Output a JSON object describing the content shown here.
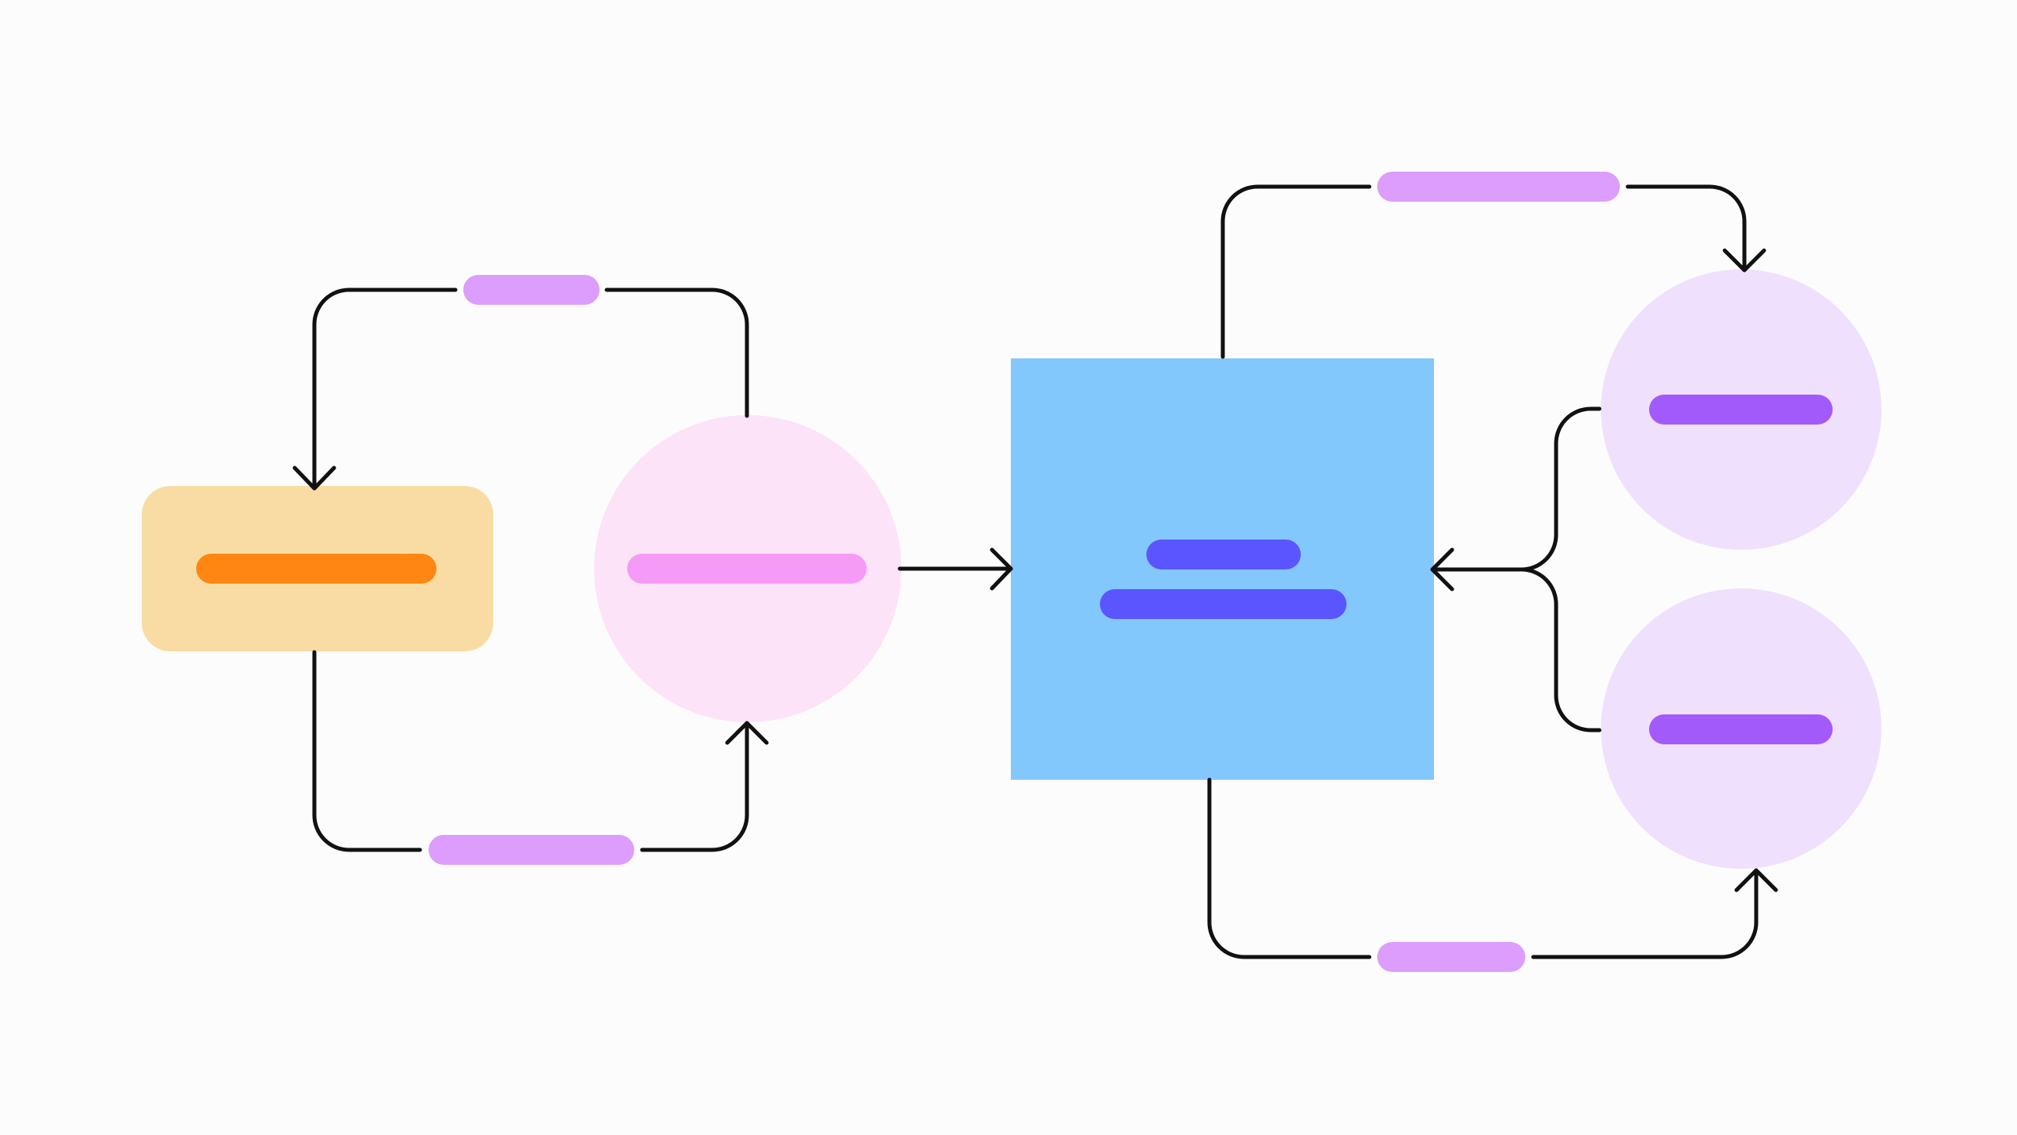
{
  "diagram": {
    "background_color": "#fcfcfc",
    "connector_color": "#111111",
    "nodes": {
      "process_box": {
        "shape": "rounded-rectangle",
        "fill": "#f9dca3",
        "placeholder_bar_color": "#ff8612"
      },
      "decision_circle": {
        "shape": "circle",
        "fill": "#fde3f7",
        "placeholder_bar_color": "#f59af7"
      },
      "central_square": {
        "shape": "square",
        "fill": "#83c8fc",
        "placeholder_bar_color": "#5b55ff",
        "placeholder_lines": 2
      },
      "right_circle_top": {
        "shape": "circle",
        "fill": "#efe0fd",
        "placeholder_bar_color": "#a35afb"
      },
      "right_circle_bottom": {
        "shape": "circle",
        "fill": "#efe0fd",
        "placeholder_bar_color": "#a35afb"
      }
    },
    "edge_label_color": "#dc9dfc",
    "edges": [
      {
        "from": "decision_circle",
        "to": "process_box",
        "has_label": true
      },
      {
        "from": "process_box",
        "to": "decision_circle",
        "has_label": true
      },
      {
        "from": "decision_circle",
        "to": "central_square",
        "has_label": false
      },
      {
        "from": "central_square",
        "to": "right_circle_top",
        "has_label": true
      },
      {
        "from": "central_square",
        "to": "right_circle_bottom",
        "has_label": true
      },
      {
        "from": "right_circle_top",
        "to": "central_square",
        "has_label": false,
        "merged": true
      },
      {
        "from": "right_circle_bottom",
        "to": "central_square",
        "has_label": false,
        "merged": true
      }
    ]
  }
}
